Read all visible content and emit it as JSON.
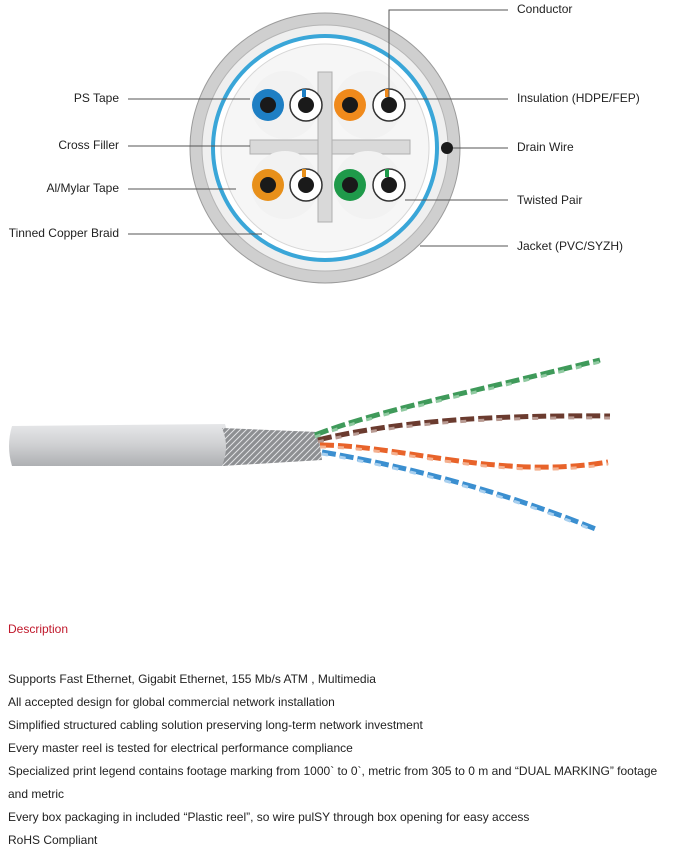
{
  "diagram": {
    "labels_left": {
      "ps_tape": "PS Tape",
      "cross_filler": "Cross Filler",
      "al_mylar_tape": "Al/Mylar Tape",
      "tinned_copper_braid": "Tinned Copper Braid"
    },
    "labels_right": {
      "conductor": "Conductor",
      "insulation": "Insulation (HDPE/FEP)",
      "drain_wire": "Drain Wire",
      "twisted_pair": "Twisted Pair",
      "jacket": "Jacket (PVC/SYZH)"
    },
    "colors": {
      "jacket": "#c9c9c9",
      "shield_blue": "#3aa6d8",
      "pair_blue": "#1e7fc4",
      "pair_orange": "#f08a1c",
      "pair_green": "#1f9a4a",
      "conductor": "#1a1a1a"
    }
  },
  "photo": {
    "colors": {
      "jacket": "#cfd0d2",
      "green": "#3f9a5a",
      "brown": "#6b3b2f",
      "orange": "#e8632a",
      "blue": "#3b8fd0"
    }
  },
  "description": {
    "title": "Description",
    "items": [
      "Supports Fast Ethernet, Gigabit Ethernet, 155 Mb/s ATM , Multimedia",
      "All accepted design for global commercial network installation",
      "Simplified structured cabling solution preserving long-term network investment",
      "Every master reel is tested for electrical performance compliance",
      "Specialized print legend contains footage marking from 1000` to 0`, metric from 305 to 0 m and “DUAL MARKING” footage and metric",
      "Every box packaging in included “Plastic reel”, so wire pulSY through box opening for easy access",
      "RoHS Compliant"
    ]
  }
}
